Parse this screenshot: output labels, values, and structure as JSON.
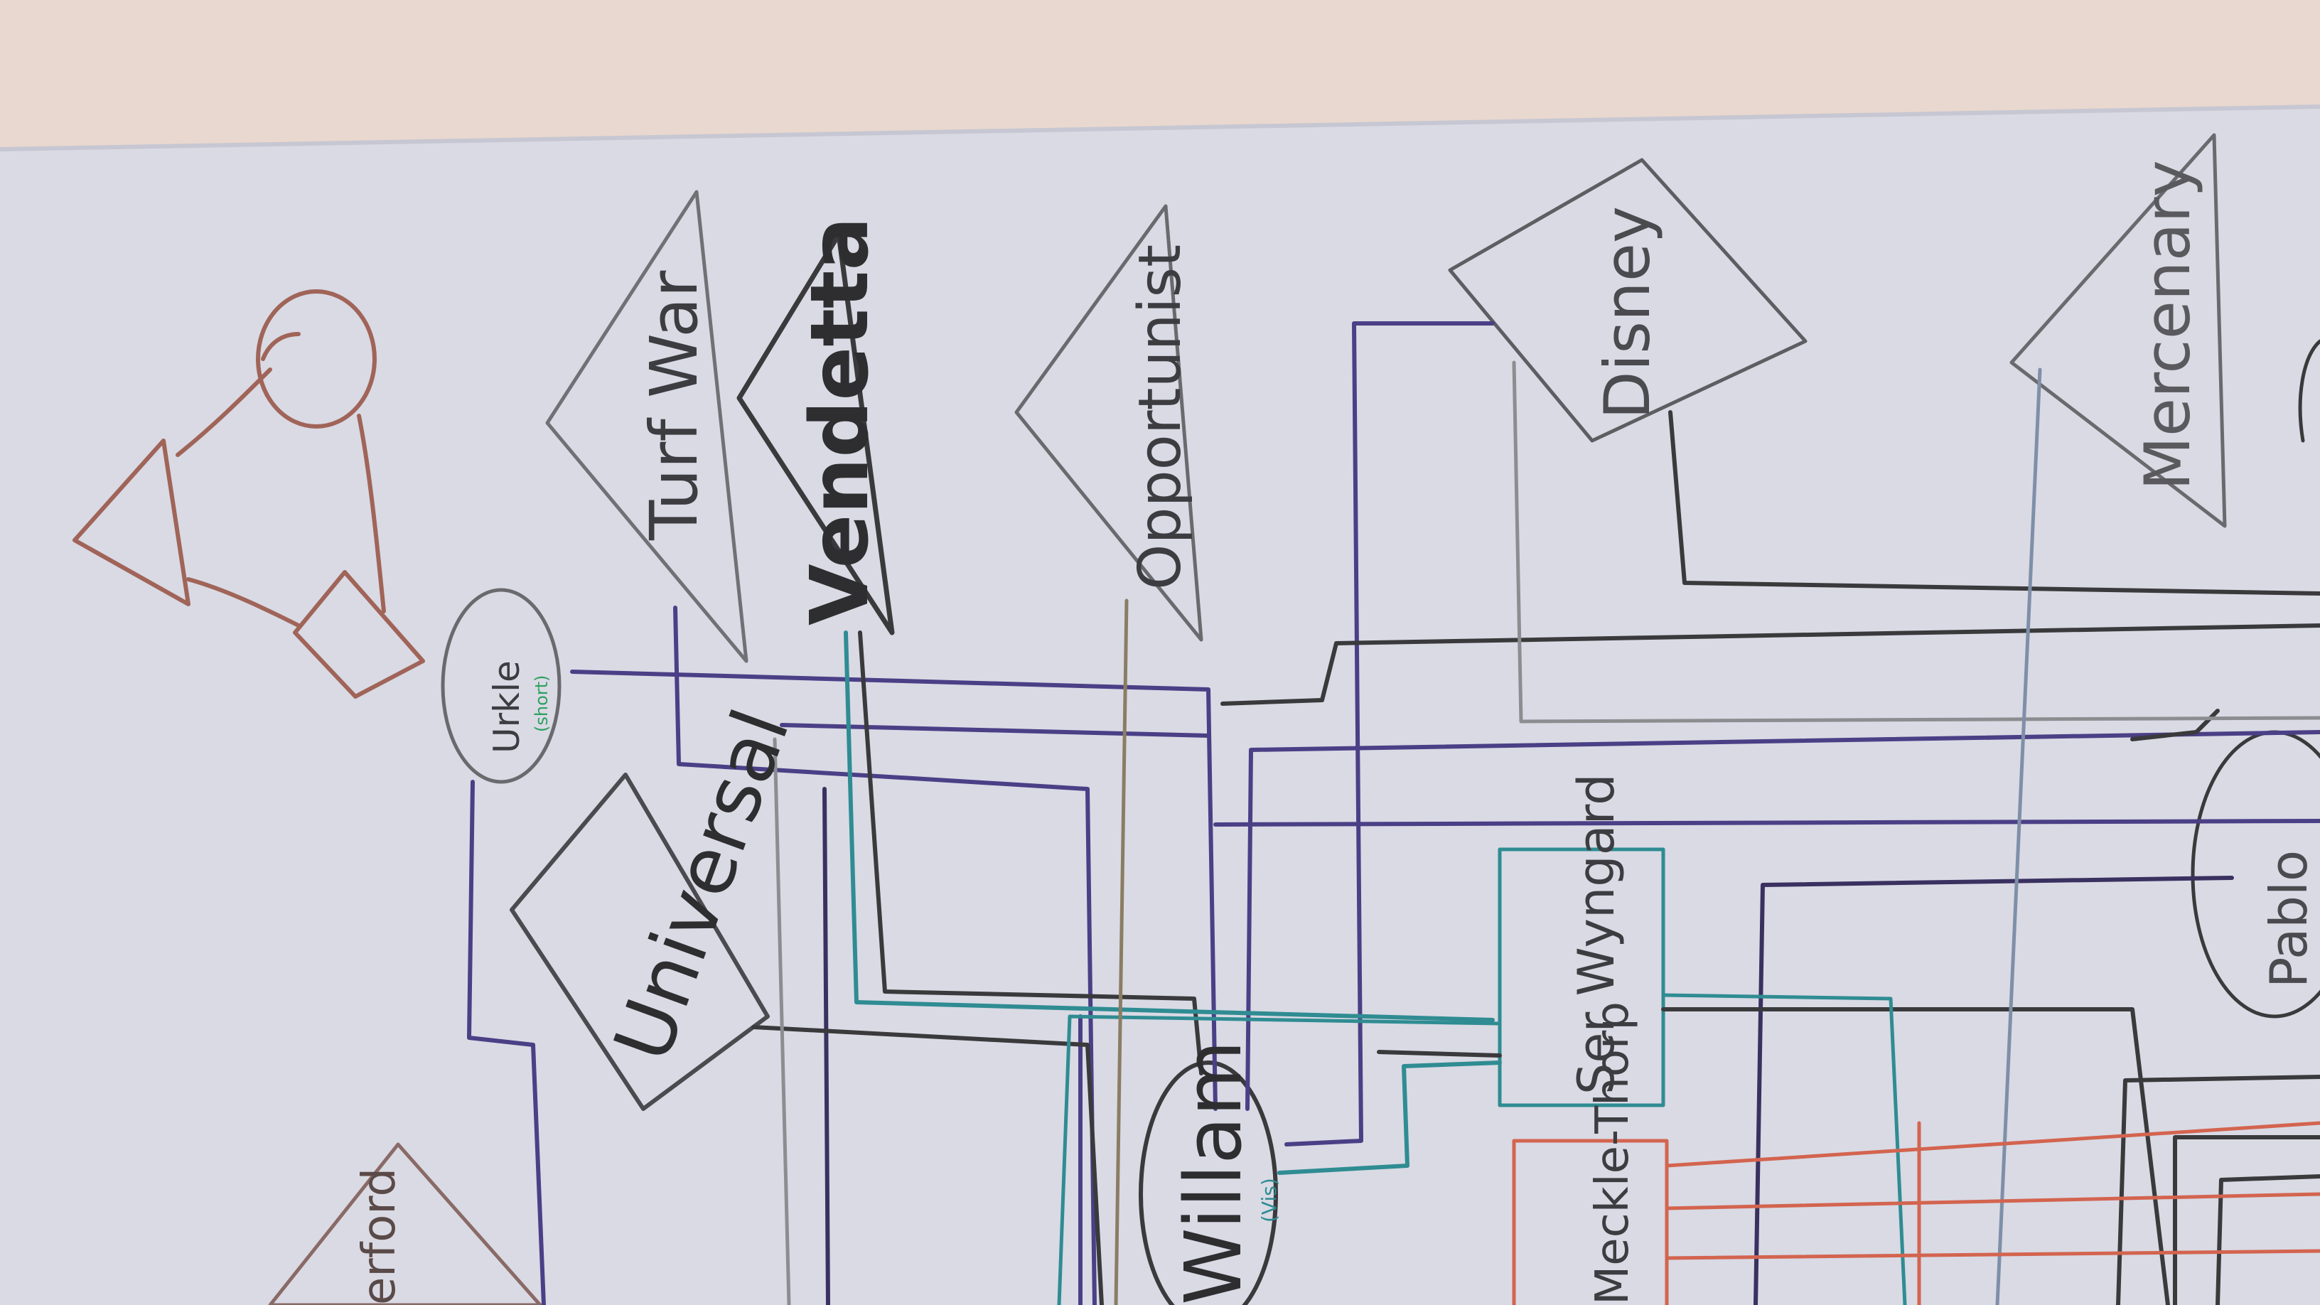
{
  "colors": {
    "wall": "#e8d6cf",
    "board": "#d8d9e3",
    "board_edge": "#c9cad6",
    "purple": "#4b3f86",
    "dark_purple": "#3a3160",
    "teal": "#2f8c92",
    "gray": "#8b8d90",
    "black": "#3a3a3c",
    "brown": "#a06458",
    "red_orange": "#d3644f",
    "olive": "#8a7d63"
  },
  "nodes": {
    "turf_war": "Turf War",
    "vendetta": "Vendetta",
    "opportunist": "Opportunist",
    "disney": "Disney",
    "mercenary": "Mercenary",
    "urkle": "Urkle",
    "urkle_note": "(short)",
    "universal": "Universal",
    "ser_wyngard": "Ser Wyngard",
    "willam": "Willam",
    "willam_note": "(Vis)",
    "pablo": "Pablo",
    "meckle_thorp": "Meckle-Thorp",
    "bottom_left": "erford"
  },
  "icons": {
    "triangle": "triangle-icon",
    "circle": "circle-icon",
    "diamond": "diamond-icon"
  }
}
